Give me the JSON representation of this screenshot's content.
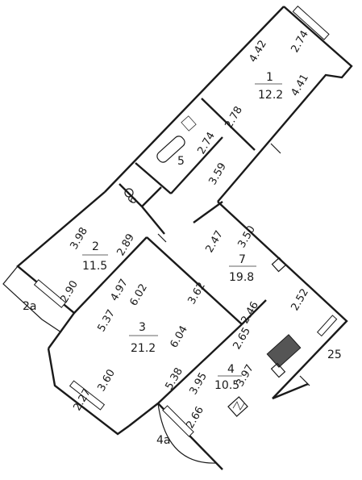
{
  "rooms": [
    {
      "number": "1",
      "area": "12.2",
      "dims": [
        "4.42",
        "2.74",
        "4.41",
        "2.78"
      ]
    },
    {
      "number": "2",
      "area": "11.5",
      "dims": [
        "3.98",
        "2.89",
        "2.90",
        "4.97"
      ]
    },
    {
      "number": "3",
      "area": "21.2",
      "dims": [
        "5.37",
        "6.02",
        "3.62",
        "6.04",
        "3.60",
        "2.27",
        "5.38"
      ]
    },
    {
      "number": "4",
      "area": "10.5",
      "dims": [
        "2.65",
        "3.95",
        "3.97",
        "2.66"
      ]
    },
    {
      "number": "5",
      "area": "",
      "dims": [
        "2.74",
        "3.59"
      ]
    },
    {
      "number": "6",
      "area": "",
      "dims": []
    },
    {
      "number": "7",
      "area": "19.8",
      "dims": [
        "2.47",
        "3.50",
        "2.52",
        "2.46"
      ]
    }
  ],
  "balconies": [
    "2a",
    "4a"
  ],
  "other_labels": [
    "25"
  ]
}
